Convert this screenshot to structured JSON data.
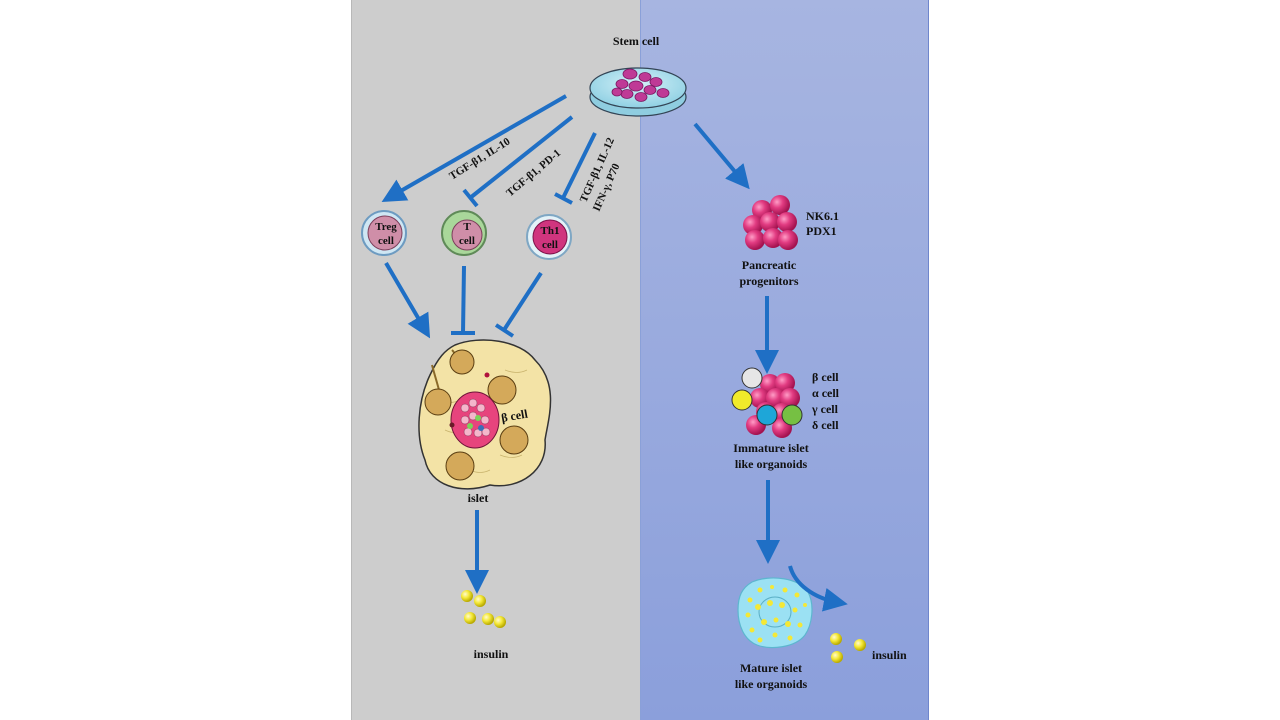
{
  "title": "Stem cell immunomodulation and differentiation into islet-like organoids",
  "colors": {
    "left_panel_bg": "#cdcdcd",
    "right_panel_bg": "#9aaade",
    "arrow": "#1f6fc5",
    "stem_cell": "#c2338f",
    "progenitor": "#d8336f",
    "insulin": "#f2e63a",
    "islet_tissue": "#f3e3a6"
  },
  "left_panel": {
    "stem_cell_label": "Stem cell",
    "pathways": [
      {
        "label": "TGF-β1, IL-10",
        "effect": "promotes",
        "target": "Treg cell"
      },
      {
        "label": "TGF-β1, PD-1",
        "effect": "inhibits",
        "target": "T cell"
      },
      {
        "label_line1": "TGF-β1, IL-12",
        "label_line2": "IFN-γ, P70",
        "effect": "inhibits",
        "target": "Th1 cell"
      }
    ],
    "cells": [
      {
        "line1": "Treg",
        "line2": "cell"
      },
      {
        "line1": "T",
        "line2": "cell"
      },
      {
        "line1": "Th1",
        "line2": "cell"
      }
    ],
    "islet": {
      "beta_label": "β cell",
      "label": "islet"
    },
    "insulin_label": "insulin"
  },
  "right_panel": {
    "progenitor_markers": [
      "NK6.1",
      "PDX1"
    ],
    "progenitor_label": [
      "Pancreatic",
      "progenitors"
    ],
    "cell_types": [
      "β cell",
      "α cell",
      "γ cell",
      "δ cell"
    ],
    "immature_label": [
      "Immature islet",
      "like organoids"
    ],
    "mature_label": [
      "Mature islet",
      "like organoids"
    ],
    "insulin_label": "insulin"
  }
}
